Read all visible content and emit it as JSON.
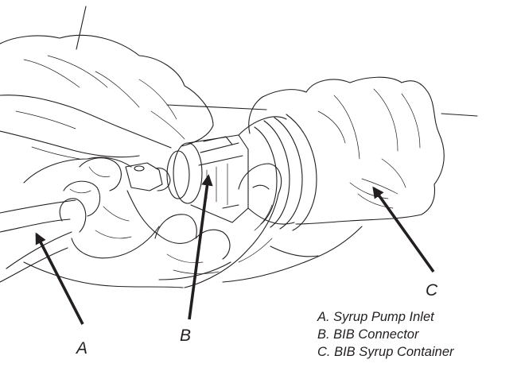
{
  "callouts": {
    "a": "A",
    "b": "B",
    "c": "C"
  },
  "legend": {
    "a": "A. Syrup Pump Inlet",
    "b": "B. BIB Connector",
    "c": "C. BIB Syrup Container"
  }
}
